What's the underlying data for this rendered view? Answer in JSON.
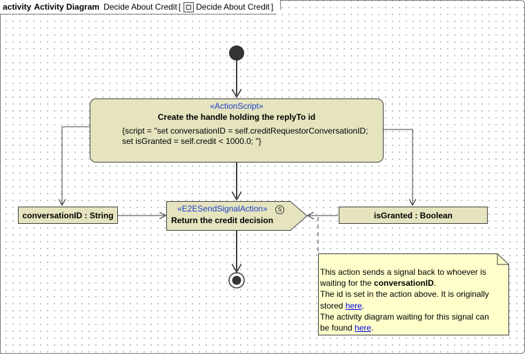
{
  "frame": {
    "kind": "activity",
    "title": "Activity Diagram",
    "diagram_name": "Decide About Credit",
    "bracket_open": "[",
    "context_name": "Decide About Credit",
    "bracket_close": "]",
    "context_icon": "diagram-icon"
  },
  "action_script": {
    "stereotype": "«ActionScript»",
    "name": "Create the handle holding the replyTo id",
    "script_line1": "{script = \"set conversationID = self.creditRequestorConversationID;",
    "script_line2": "set isGranted = self.credit < 1000.0; \"}"
  },
  "signal_action": {
    "stereotype": "«E2ESendSignalAction»",
    "name": "Return the credit decision",
    "icon": "signal-icon"
  },
  "object_nodes": {
    "conversation_id": "conversationID : String",
    "is_granted": "isGranted : Boolean"
  },
  "note": {
    "line1": "This action sends a signal back to whoever is",
    "line2_prefix": "waiting for the ",
    "line2_bold": "conversationID",
    "line2_suffix": ".",
    "line3": "The id is set in the action above. It is originally",
    "line4_prefix": "stored ",
    "line4_link": "here",
    "line4_suffix": ".",
    "line5": "The activity diagram waiting for this signal can",
    "line6_prefix": "be found ",
    "line6_link": "here",
    "line6_suffix": "."
  },
  "colors": {
    "node_fill": "#e6e4bf",
    "note_fill": "#ffffcc",
    "stereotype": "#1c41c9",
    "edge": "#404040",
    "link": "#0000ee"
  }
}
